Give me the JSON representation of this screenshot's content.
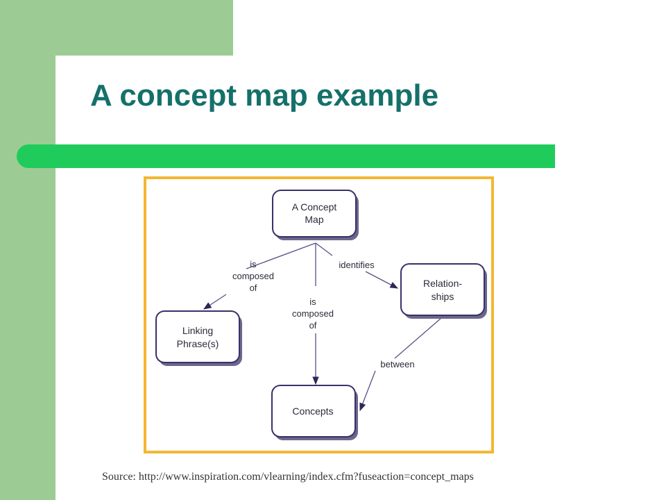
{
  "slide": {
    "title": "A concept map example",
    "source": "Source: http://www.inspiration.com/vlearning/index.cfm?fuseaction=concept_maps",
    "colors": {
      "background_band": "#9dcb94",
      "title_text": "#15706a",
      "rule_bar": "#1fcc5b",
      "diagram_border": "#f3b731",
      "node_border": "#3b2f6b"
    }
  },
  "diagram": {
    "nodes": {
      "concept_map": [
        "A Concept",
        "Map"
      ],
      "relationships": [
        "Relation-",
        "ships"
      ],
      "linking_phrases": [
        "Linking",
        "Phrase(s)"
      ],
      "concepts": [
        "Concepts"
      ]
    },
    "links": {
      "composed_left": [
        "is",
        "composed",
        "of"
      ],
      "identifies": [
        "identifies"
      ],
      "composed_center": [
        "is",
        "composed",
        "of"
      ],
      "between": [
        "between"
      ]
    }
  }
}
